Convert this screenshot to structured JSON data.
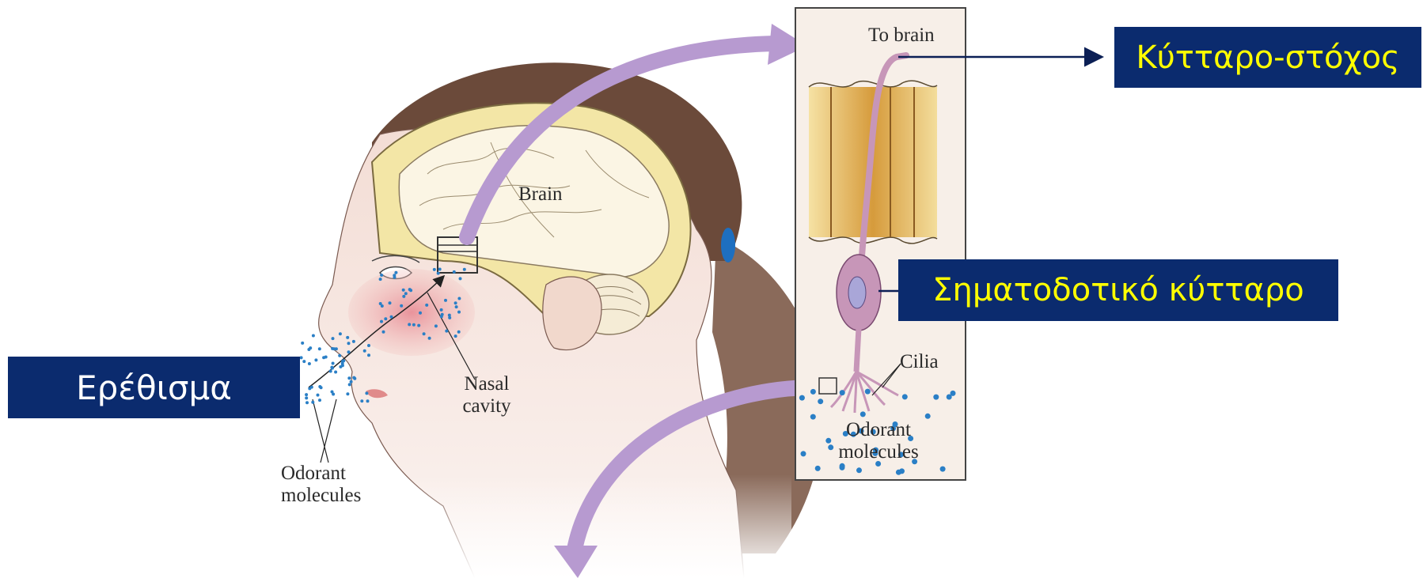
{
  "diagram": {
    "labels": {
      "to_brain": "To brain",
      "brain": "Brain",
      "cilia": "Cilia",
      "nasal_cavity_line1": "Nasal",
      "nasal_cavity_line2": "cavity",
      "odorant_left_line1": "Odorant",
      "odorant_left_line2": "molecules",
      "odorant_right_line1": "Odorant",
      "odorant_right_line2": "molecules"
    },
    "callouts": {
      "target_cell": "Κύτταρο-στόχος",
      "signaling_cell": "Σηματοδοτικό κύτταρο",
      "stimulus": "Ερέθισμα"
    },
    "colors": {
      "callout_bg": "#0b2b6e",
      "callout_text_yellow": "#ffff00",
      "callout_text_white": "#ffffff",
      "arrow_purple": "#b79ad0",
      "neuron_pink": "#c796b8",
      "odorant_blue": "#2a7fc6",
      "hair_brown": "#6b4a3a",
      "skull_yellow": "#f3e6a6",
      "epithelium_gold": "#d9a24a"
    }
  }
}
